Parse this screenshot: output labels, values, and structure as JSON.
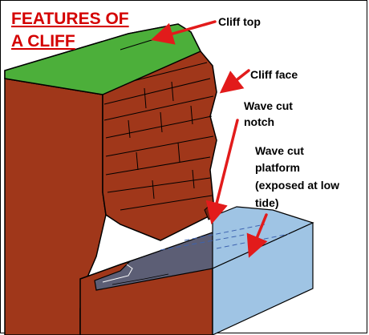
{
  "title": {
    "line1": "FEATURES OF",
    "line2": "A CLIFF"
  },
  "labels": {
    "cliff_top": "Cliff  top",
    "cliff_face": "Cliff  face",
    "notch_1": "Wave cut",
    "notch_2": "notch",
    "platform_1": "Wave cut",
    "platform_2": "platform",
    "platform_3": "(exposed  at low",
    "platform_4": "tide)"
  },
  "colors": {
    "rock": "#a0371a",
    "rock_dark": "#6e2410",
    "grass": "#4caf3a",
    "sea": "#9fc4e4",
    "sea_dark": "#5c5e75",
    "arrow": "#e21b1b",
    "title": "#d40000"
  }
}
